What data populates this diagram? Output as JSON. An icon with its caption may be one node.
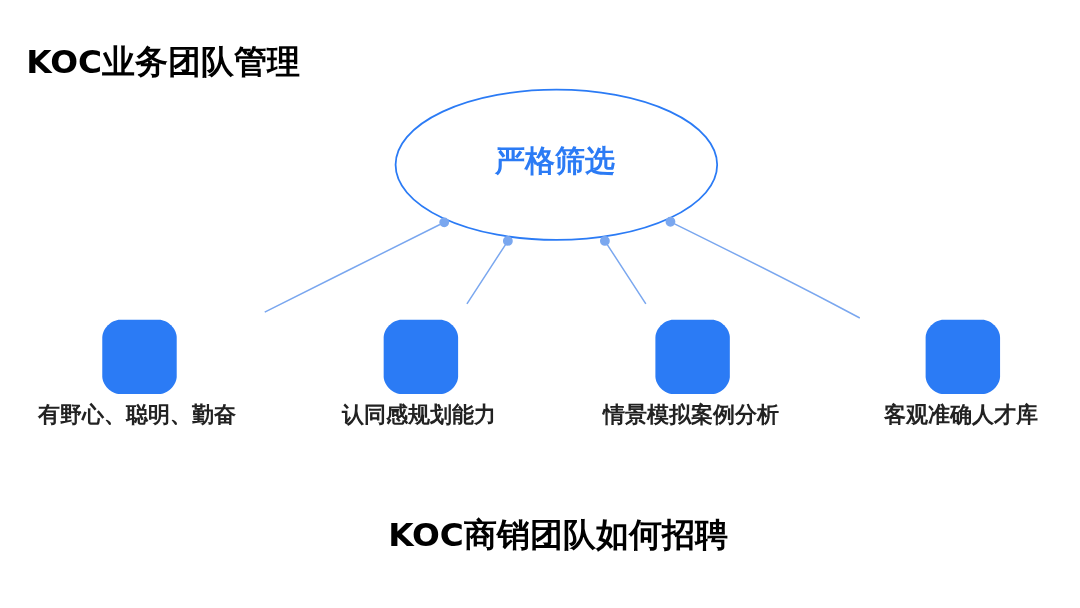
{
  "diagram": {
    "title": "KOC业务团队管理",
    "caption": "KOC商销团队如何招聘",
    "nodes": [
      {
        "text": [
          "严格筛选"
        ]
      },
      {
        "text": [
          "有野心、聪明、勤奋"
        ]
      },
      {
        "text": [
          "认同感规划能力"
        ]
      },
      {
        "text": [
          "情景模拟案例分析"
        ]
      },
      {
        "text": [
          "客观准确人才库"
        ]
      }
    ],
    "edges": [
      {
        "from": 0,
        "to": 1,
        "arrow": "other"
      },
      {
        "from": 0,
        "to": 2,
        "arrow": "other"
      },
      {
        "from": 0,
        "to": 3,
        "arrow": "other"
      },
      {
        "from": 0,
        "to": 4,
        "arrow": "other"
      }
    ]
  }
}
